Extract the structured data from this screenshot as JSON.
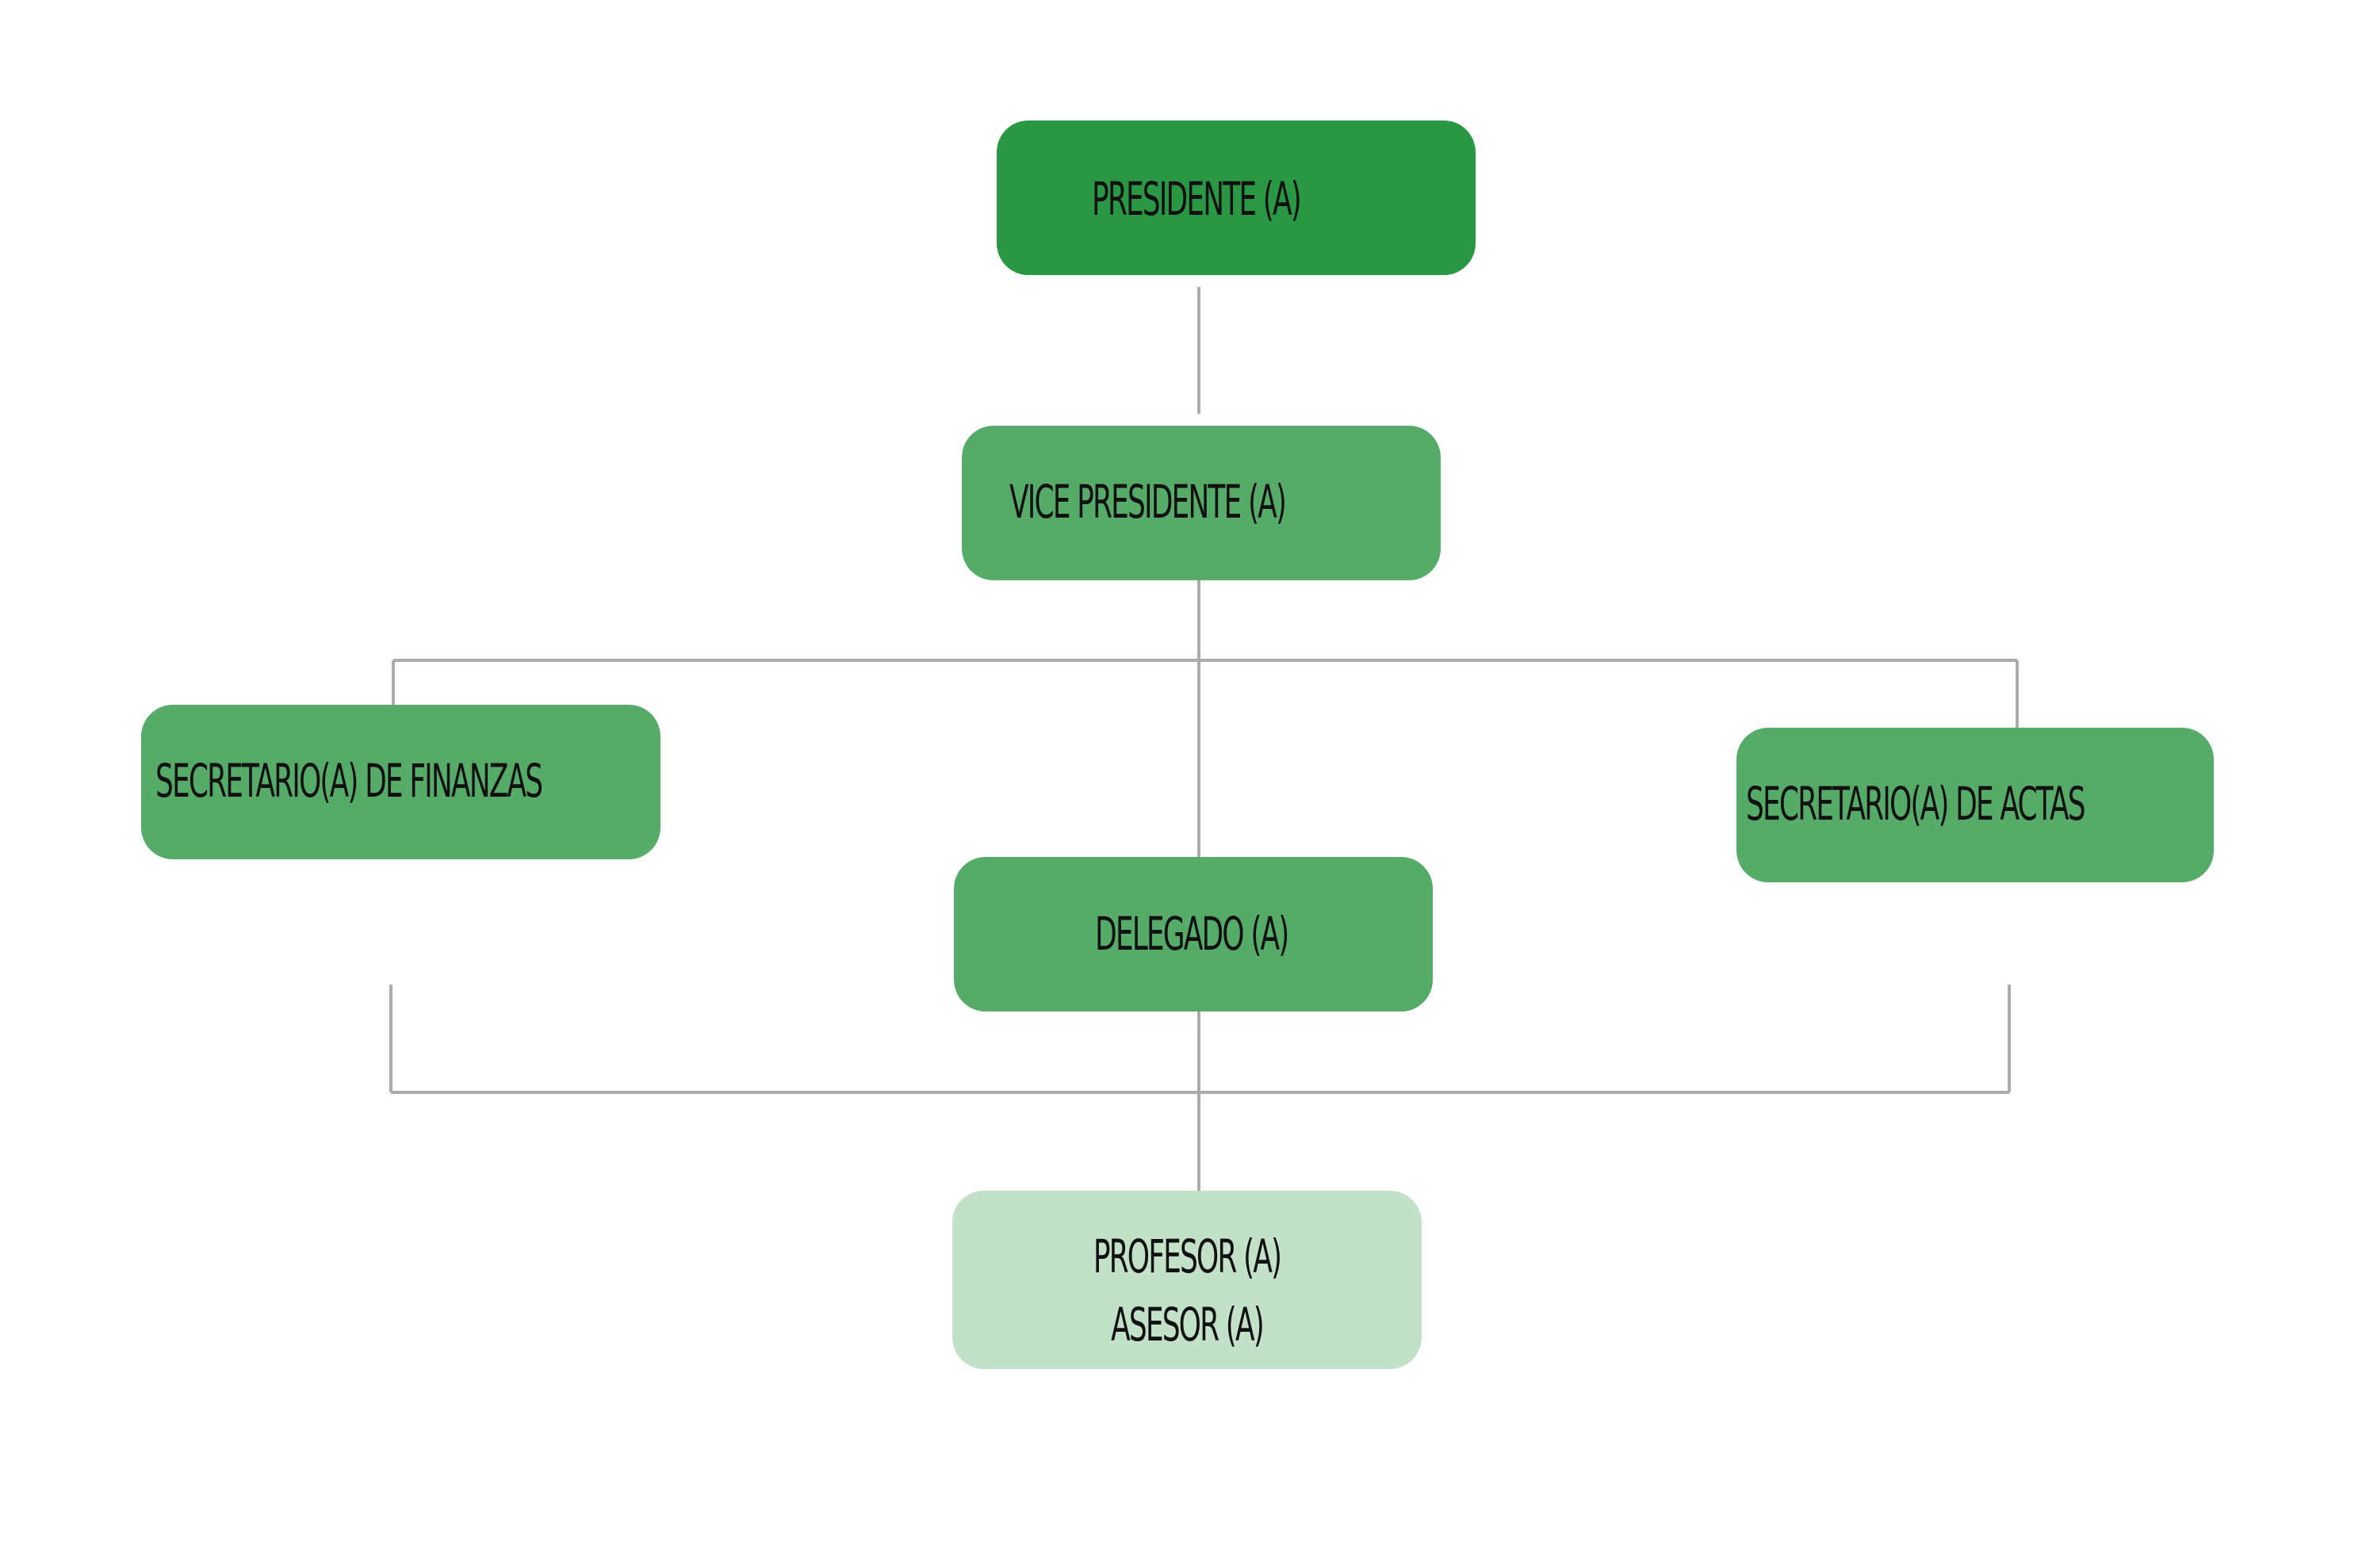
{
  "colors": {
    "top_level": "#2a9745",
    "mid_level": "#56ab69",
    "advisor": "#c3e1c9",
    "connector": "#ababab",
    "text": "#111111",
    "background": "#ffffff"
  },
  "org_chart": {
    "president": {
      "label": "PRESIDENTE (A)"
    },
    "vice_president": {
      "label": "VICE PRESIDENTE (A)"
    },
    "finance_secretary": {
      "label": "SECRETARIO(A) DE FINANZAS"
    },
    "minutes_secretary": {
      "label": "SECRETARIO(A) DE ACTAS"
    },
    "delegate": {
      "label": "DELEGADO (A)"
    },
    "advisor": {
      "line1": "PROFESOR (A)",
      "line2": "ASESOR (A)"
    }
  }
}
